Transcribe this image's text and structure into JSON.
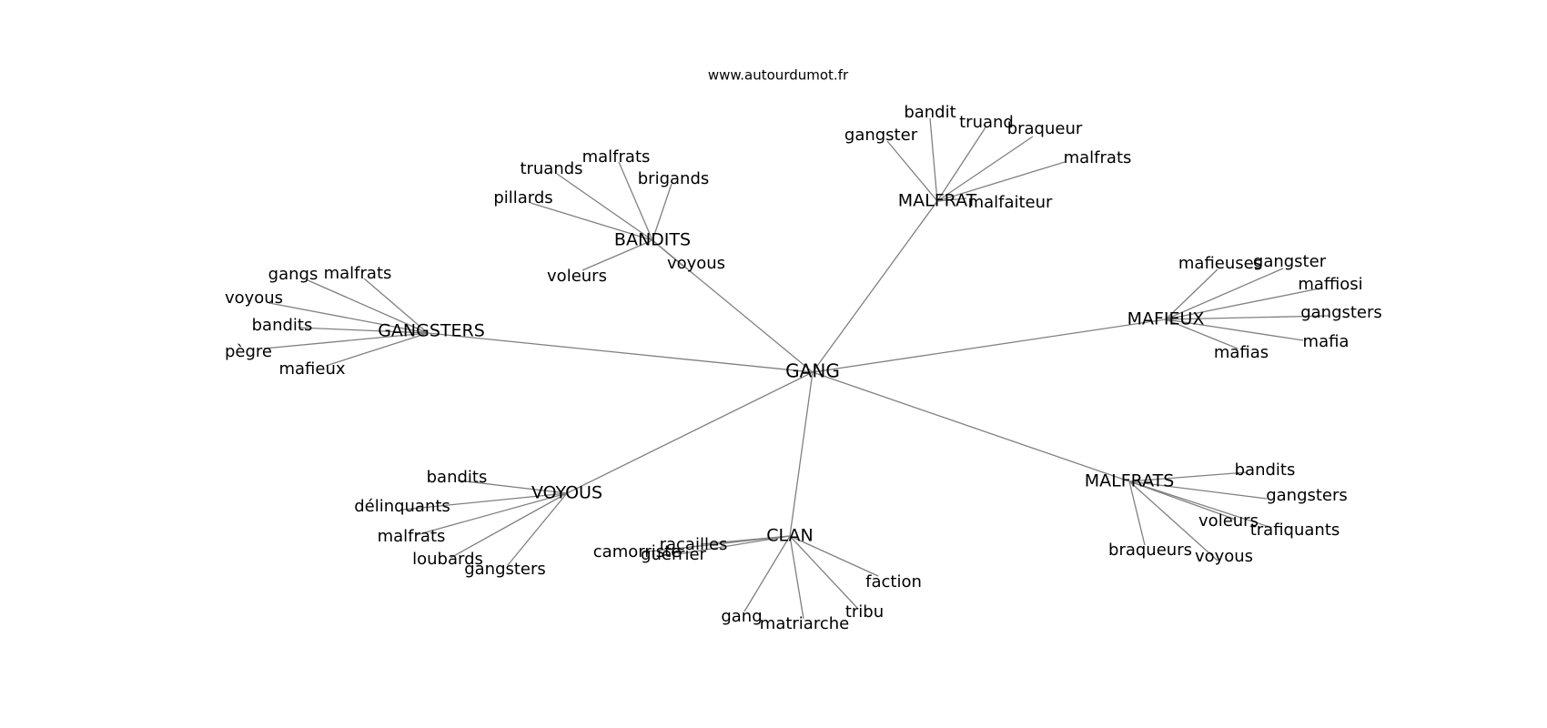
{
  "site": "www.autourdumot.fr",
  "center": "GANG",
  "clusters": [
    {
      "key": "malfrat",
      "label": "MALFRAT",
      "leaves": [
        "gangster",
        "bandit",
        "truand",
        "braqueur",
        "malfrats",
        "malfaiteur"
      ]
    },
    {
      "key": "bandits",
      "label": "BANDITS",
      "leaves": [
        "truands",
        "malfrats",
        "brigands",
        "pillards",
        "voleurs",
        "voyous"
      ]
    },
    {
      "key": "gangsters",
      "label": "GANGSTERS",
      "leaves": [
        "gangs",
        "malfrats",
        "voyous",
        "bandits",
        "pègre",
        "mafieux"
      ]
    },
    {
      "key": "mafieux",
      "label": "MAFIEUX",
      "leaves": [
        "mafieuses",
        "gangster",
        "maffiosi",
        "gangsters",
        "mafia",
        "mafias"
      ]
    },
    {
      "key": "voyous",
      "label": "VOYOUS",
      "leaves": [
        "bandits",
        "délinquants",
        "malfrats",
        "loubards",
        "gangsters"
      ]
    },
    {
      "key": "clan",
      "label": "CLAN",
      "leaves": [
        "racailles",
        "camorriste",
        "guerrier",
        "faction",
        "tribu",
        "gang",
        "matriarche"
      ]
    },
    {
      "key": "malfrats",
      "label": "MALFRATS",
      "leaves": [
        "bandits",
        "gangsters",
        "voleurs",
        "trafiquants",
        "braqueurs",
        "voyous"
      ]
    }
  ]
}
